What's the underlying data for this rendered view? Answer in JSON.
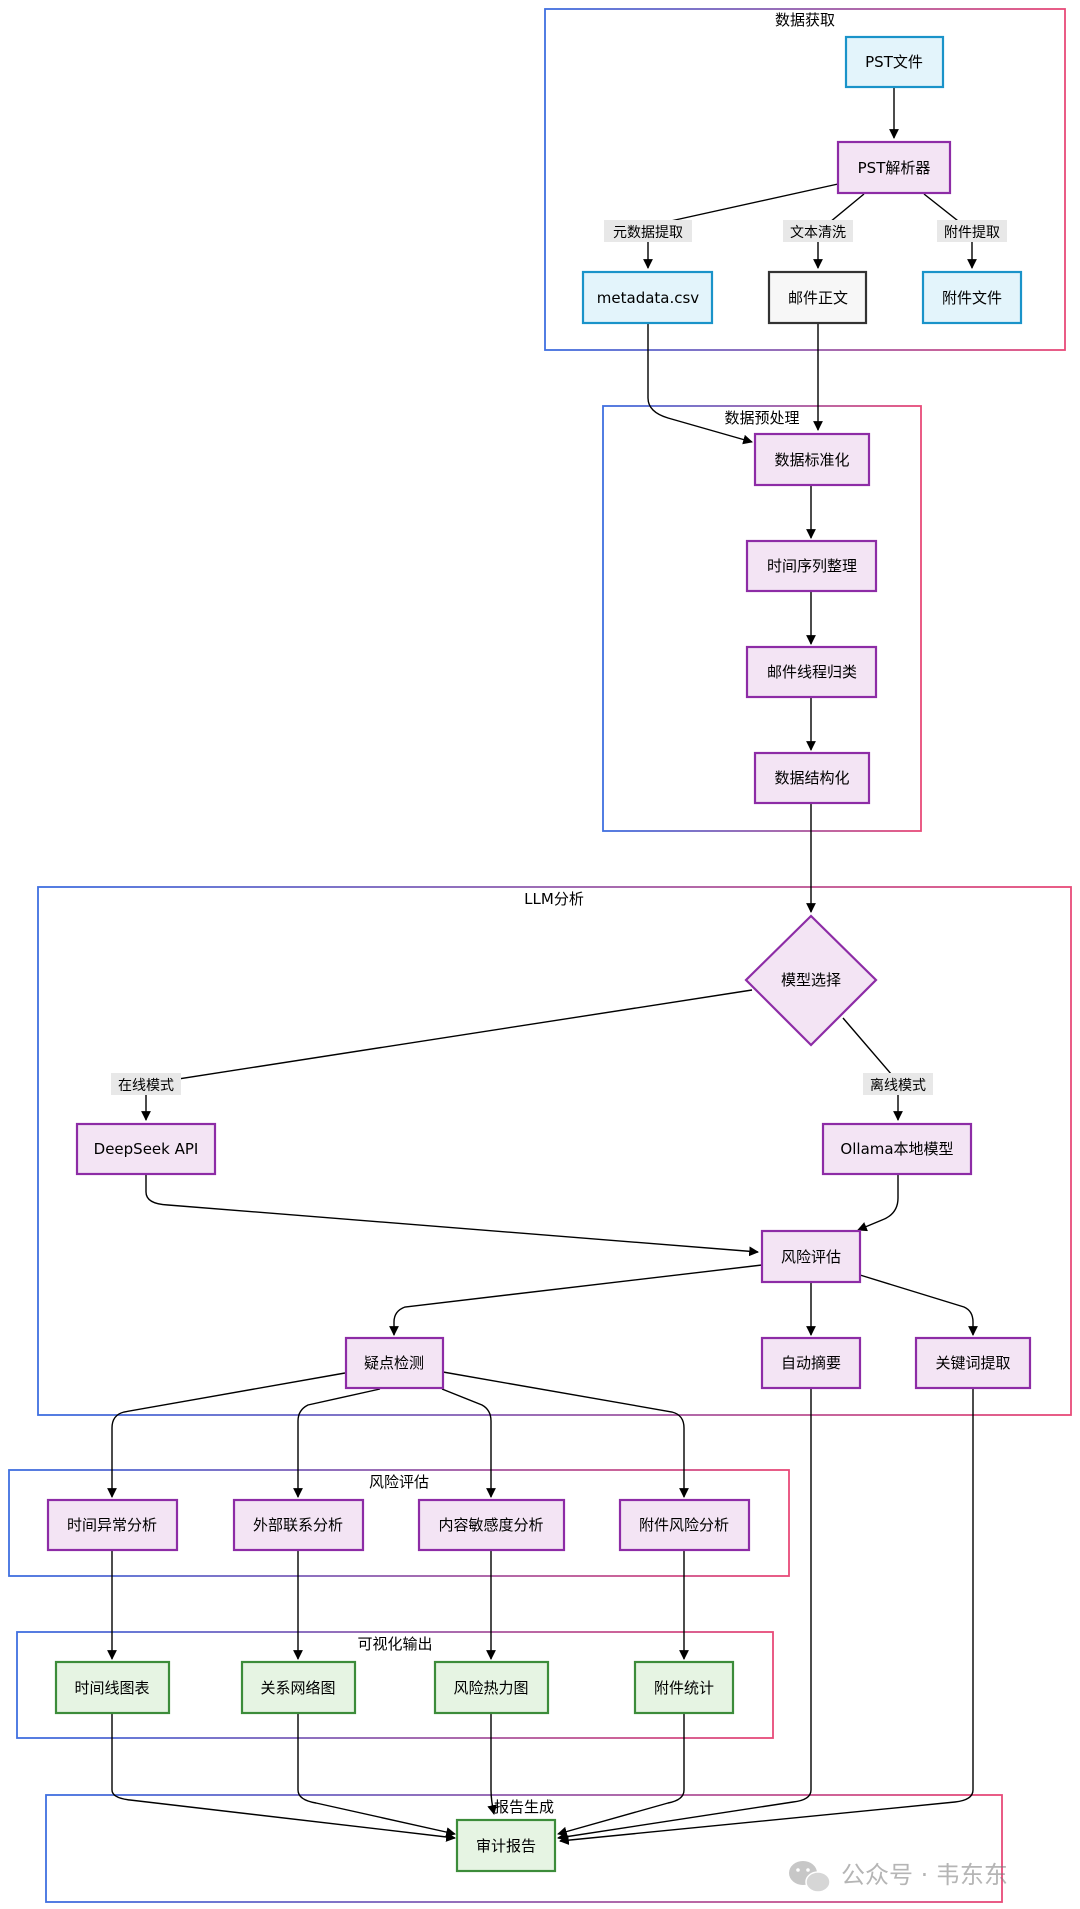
{
  "groups": {
    "data_acquisition": "数据获取",
    "preprocessing": "数据预处理",
    "llm_analysis": "LLM分析",
    "risk_assessment": "风险评估",
    "visual_output": "可视化输出",
    "report_generation": "报告生成"
  },
  "nodes": {
    "pst_file": "PST文件",
    "pst_parser": "PST解析器",
    "metadata_csv": "metadata.csv",
    "email_body": "邮件正文",
    "attachment_files": "附件文件",
    "normalize": "数据标准化",
    "time_series": "时间序列整理",
    "thread_group": "邮件线程归类",
    "structure": "数据结构化",
    "model_select": "模型选择",
    "deepseek_api": "DeepSeek API",
    "ollama": "Ollama本地模型",
    "risk_eval": "风险评估",
    "suspicious": "疑点检测",
    "auto_summary": "自动摘要",
    "keyword": "关键词提取",
    "time_anomaly": "时间异常分析",
    "external_contact": "外部联系分析",
    "content_sensitivity": "内容敏感度分析",
    "attachment_risk": "附件风险分析",
    "timeline_chart": "时间线图表",
    "relation_graph": "关系网络图",
    "risk_heatmap": "风险热力图",
    "attachment_stats": "附件统计",
    "audit_report": "审计报告"
  },
  "edge_labels": {
    "metadata_extract": "元数据提取",
    "text_clean": "文本清洗",
    "attachment_extract": "附件提取",
    "online_mode": "在线模式",
    "offline_mode": "离线模式"
  },
  "watermark": "公众号 · 韦东东",
  "colors": {
    "cyan_fill": "#e3f4fb",
    "cyan_stroke": "#1a93c9",
    "purple_fill": "#f3e4f4",
    "purple_stroke": "#8d2ca6",
    "green_fill": "#e6f4e3",
    "green_stroke": "#3c8c3a",
    "gray_fill": "#f7f7f7",
    "gray_stroke": "#333333",
    "label_bg": "#e8e8e8",
    "group_left": "#3f6fe0",
    "group_right": "#e84a78"
  }
}
